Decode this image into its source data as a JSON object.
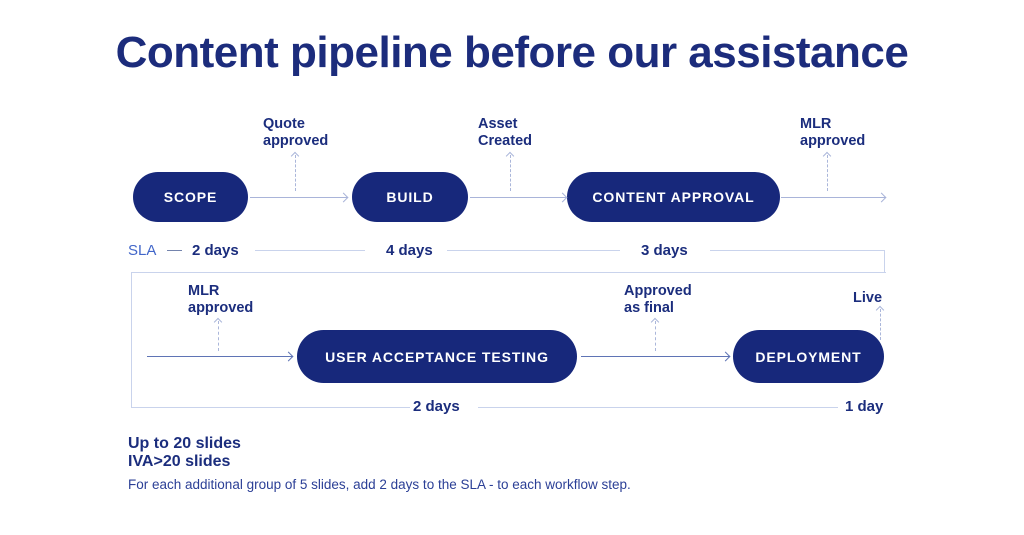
{
  "title": "Content pipeline before our assistance",
  "colors": {
    "navy_pill": "#17287b",
    "title_text": "#1c2c7c",
    "label_text": "#1b2d7d",
    "sla_text": "#4166c9",
    "light_line": "#c9d3ec",
    "arrow_light": "#a9b4d9",
    "arrow_dark": "#5f74b5"
  },
  "row1": {
    "steps": [
      {
        "label": "SCOPE"
      },
      {
        "label": "BUILD"
      },
      {
        "label": "CONTENT APPROVAL"
      }
    ],
    "milestones": [
      {
        "line1": "Quote",
        "line2": "approved"
      },
      {
        "line1": "Asset",
        "line2": "Created"
      },
      {
        "line1": "MLR",
        "line2": "approved"
      }
    ]
  },
  "sla": {
    "label": "SLA",
    "durations": [
      "2 days",
      "4 days",
      "3 days"
    ]
  },
  "row2": {
    "steps": [
      {
        "label": "USER ACCEPTANCE TESTING"
      },
      {
        "label": "DEPLOYMENT"
      }
    ],
    "milestones": [
      {
        "line1": "MLR",
        "line2": "approved"
      },
      {
        "line1": "Approved",
        "line2": "as final"
      },
      {
        "line1": "Live"
      }
    ],
    "durations": [
      "2 days",
      "1 day"
    ]
  },
  "footer": {
    "bold_lines": [
      "Up to 20 slides",
      "IVA>20 slides"
    ],
    "note": "For each additional group of 5 slides, add 2 days to the SLA - to each workflow step."
  }
}
